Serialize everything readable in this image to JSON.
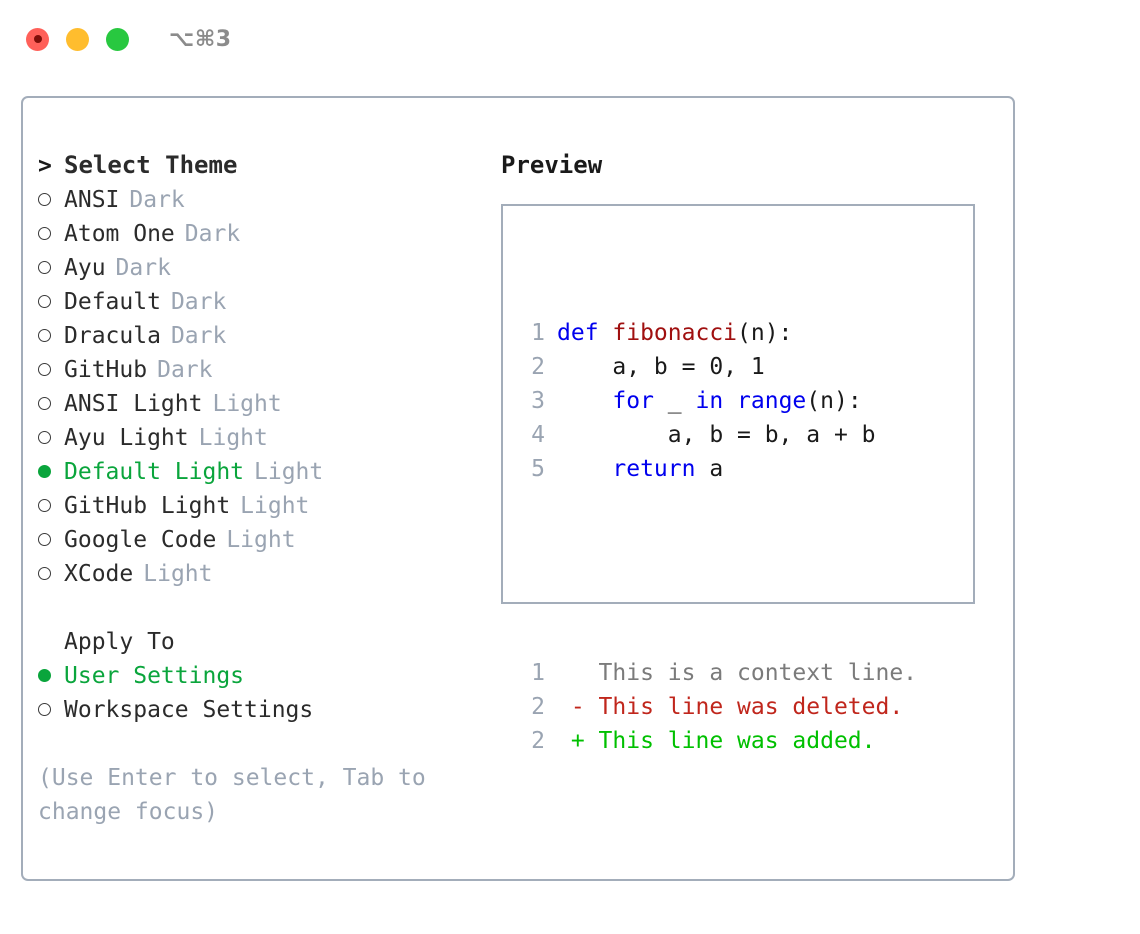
{
  "titlebar": {
    "shortcut": "⌥⌘3",
    "buttons": [
      {
        "name": "close",
        "color": "#ff6059"
      },
      {
        "name": "minimize",
        "color": "#ffbd2e"
      },
      {
        "name": "maximize",
        "color": "#28c840"
      }
    ]
  },
  "colors": {
    "accent_green": "#0aa53c",
    "muted": "#9aa4b2",
    "border": "#a3adba",
    "keyword_blue": "#0000ee",
    "function_red": "#a01010",
    "diff_add_green": "#00c000",
    "diff_del_red": "#c0261c"
  },
  "theme_list": {
    "heading_marker": ">",
    "heading": "Select Theme",
    "items": [
      {
        "marker": "hollow",
        "label": "ANSI",
        "tag": "Dark",
        "selected": false
      },
      {
        "marker": "hollow",
        "label": "Atom One",
        "tag": "Dark",
        "selected": false
      },
      {
        "marker": "hollow",
        "label": "Ayu",
        "tag": "Dark",
        "selected": false
      },
      {
        "marker": "hollow",
        "label": "Default",
        "tag": "Dark",
        "selected": false
      },
      {
        "marker": "hollow",
        "label": "Dracula",
        "tag": "Dark",
        "selected": false
      },
      {
        "marker": "hollow",
        "label": "GitHub",
        "tag": "Dark",
        "selected": false
      },
      {
        "marker": "hollow",
        "label": "ANSI Light",
        "tag": "Light",
        "selected": false
      },
      {
        "marker": "hollow",
        "label": "Ayu Light",
        "tag": "Light",
        "selected": false
      },
      {
        "marker": "filled",
        "label": "Default Light",
        "tag": "Light",
        "selected": true
      },
      {
        "marker": "hollow",
        "label": "GitHub Light",
        "tag": "Light",
        "selected": false
      },
      {
        "marker": "hollow",
        "label": "Google Code",
        "tag": "Light",
        "selected": false
      },
      {
        "marker": "hollow",
        "label": "XCode",
        "tag": "Light",
        "selected": false
      }
    ]
  },
  "apply_to": {
    "heading": "Apply To",
    "items": [
      {
        "marker": "filled",
        "label": "User Settings",
        "selected": true
      },
      {
        "marker": "hollow",
        "label": "Workspace Settings",
        "selected": false
      }
    ]
  },
  "hint": "(Use Enter to select, Tab to change focus)",
  "preview": {
    "title": "Preview",
    "code_lines": [
      {
        "lineno": "1",
        "tokens": [
          {
            "text": "def ",
            "type": "kw"
          },
          {
            "text": "fibonacci",
            "type": "fn"
          },
          {
            "text": "(n):",
            "type": "plain"
          }
        ]
      },
      {
        "lineno": "2",
        "tokens": [
          {
            "text": "    a, b = 0, 1",
            "type": "plain"
          }
        ]
      },
      {
        "lineno": "3",
        "tokens": [
          {
            "text": "    ",
            "type": "plain"
          },
          {
            "text": "for",
            "type": "kw"
          },
          {
            "text": " _ ",
            "type": "plain"
          },
          {
            "text": "in",
            "type": "kw"
          },
          {
            "text": " ",
            "type": "plain"
          },
          {
            "text": "range",
            "type": "kw"
          },
          {
            "text": "(n):",
            "type": "plain"
          }
        ]
      },
      {
        "lineno": "4",
        "tokens": [
          {
            "text": "        a, b = b, a + b",
            "type": "plain"
          }
        ]
      },
      {
        "lineno": "5",
        "tokens": [
          {
            "text": "    ",
            "type": "plain"
          },
          {
            "text": "return",
            "type": "kw"
          },
          {
            "text": " a",
            "type": "plain"
          }
        ]
      }
    ],
    "diff_lines": [
      {
        "lineno": "1",
        "sign": " ",
        "text": "This is a context line.",
        "kind": "ctx"
      },
      {
        "lineno": "2",
        "sign": "-",
        "text": "This line was deleted.",
        "kind": "del"
      },
      {
        "lineno": "2",
        "sign": "+",
        "text": "This line was added.",
        "kind": "add"
      }
    ]
  }
}
